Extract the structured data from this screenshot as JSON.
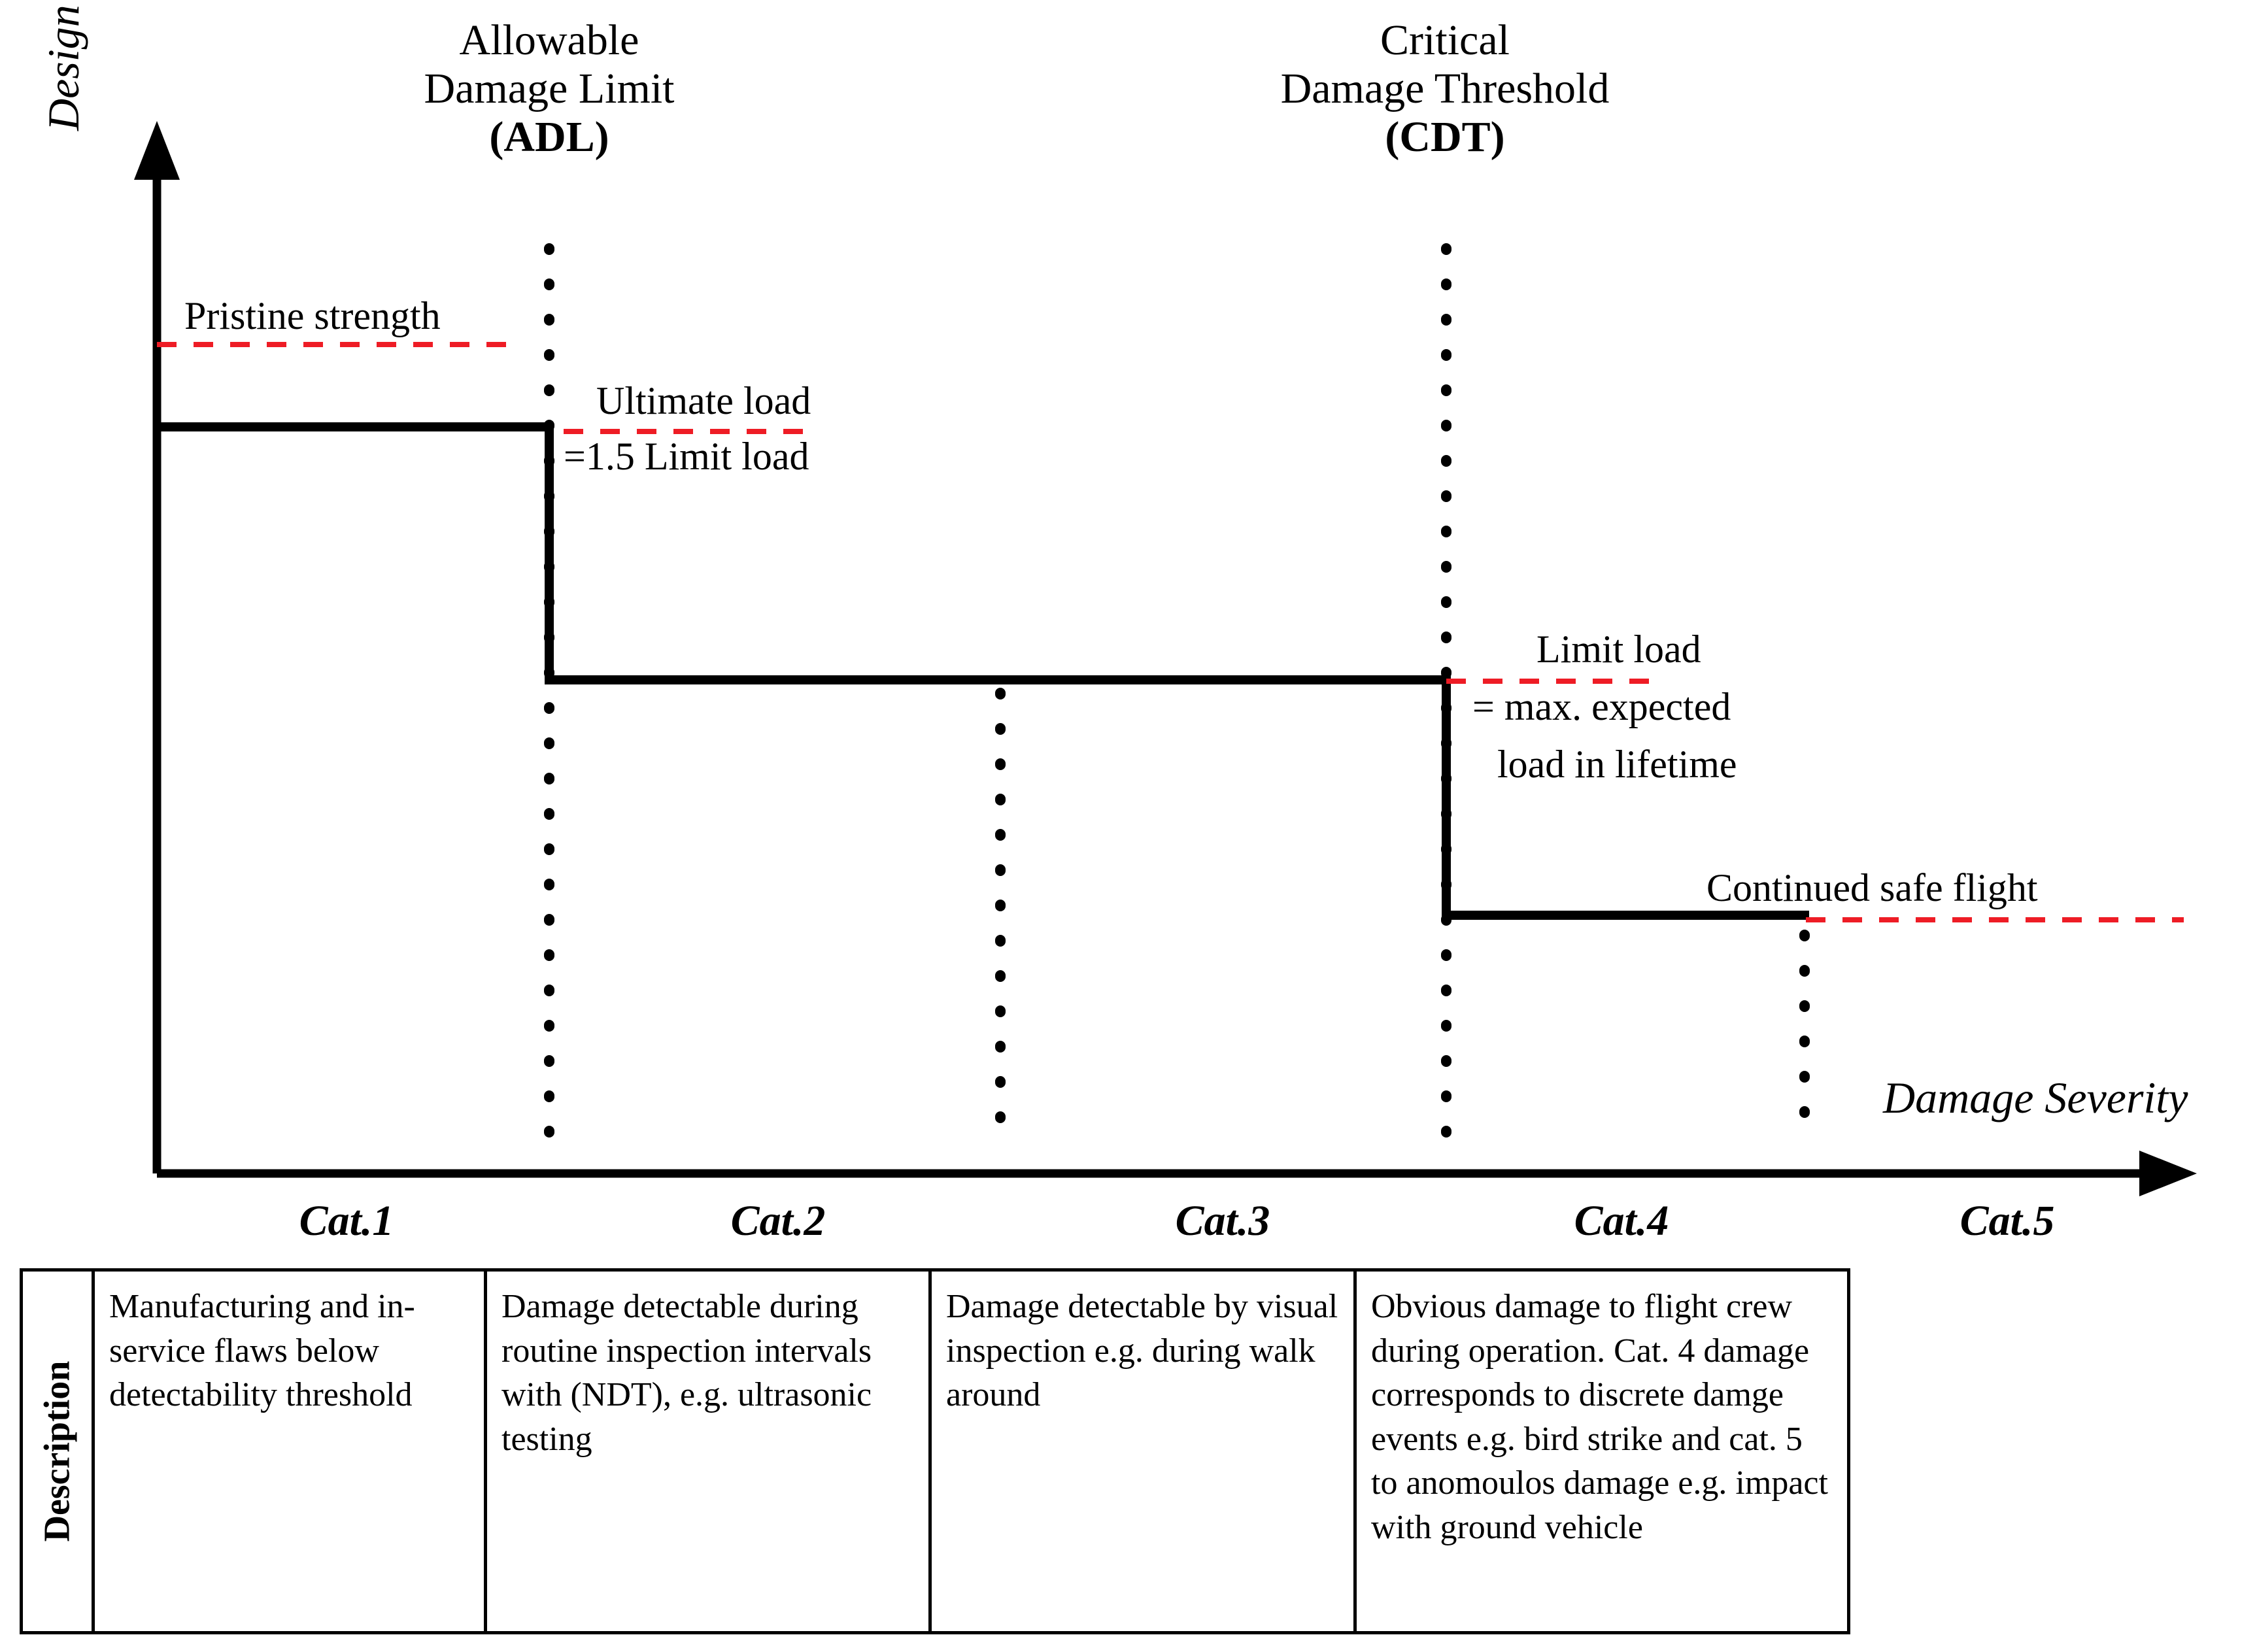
{
  "axes": {
    "y_label": "Design Load Level",
    "x_label": "Damage Severity"
  },
  "headers": [
    {
      "line1": "Allowable",
      "line2": "Damage Limit",
      "line3": "(ADL)"
    },
    {
      "line1": "Critical",
      "line2": "Damage Threshold",
      "line3": "(CDT)"
    }
  ],
  "annotations": {
    "pristine": "Pristine strength",
    "ultimate_l1": "Ultimate load",
    "ultimate_l2": "=1.5 Limit load",
    "limit_l1": "Limit load",
    "limit_l2": "= max. expected",
    "limit_l3": "load in lifetime",
    "continued": "Continued safe flight"
  },
  "categories": [
    {
      "label": "Cat.1",
      "description": "Manufacturing and in-service flaws below detectability threshold"
    },
    {
      "label": "Cat.2",
      "description": "Damage detectable during routine inspection intervals with (NDT), e.g. ultrasonic testing"
    },
    {
      "label": "Cat.3",
      "description": "Damage detectable by visual inspection e.g. during walk around"
    },
    {
      "label": "Cat.4",
      "description": "Obvious damage to flight crew during operation. Cat. 4 damage corresponds to discrete damge events e.g. bird strike and cat. 5 to anomoulos damage e.g. impact with ground vehicle"
    },
    {
      "label": "Cat.5",
      "description": ""
    }
  ],
  "table": {
    "row_header": "Description"
  },
  "colors": {
    "curve": "#000000",
    "dashed_red": "#ee1c25",
    "axis": "#000000"
  },
  "chart_data": {
    "type": "line",
    "title": "",
    "xlabel": "Damage Severity",
    "ylabel": "Design Load Level",
    "steps": [
      {
        "category": "Cat.1",
        "level_label": "Ultimate load =1.5 Limit load",
        "level": 1.5
      },
      {
        "category": "Cat.2",
        "level_label": "Limit load",
        "level": 1.0
      },
      {
        "category": "Cat.3",
        "level_label": "Limit load",
        "level": 1.0
      },
      {
        "category": "Cat.4",
        "level_label": "Continued safe flight",
        "level": 0.6
      },
      {
        "category": "Cat.5",
        "level_label": "Continued safe flight",
        "level": 0.6
      }
    ],
    "reference_lines": [
      {
        "name": "Pristine strength",
        "level": 1.75
      },
      {
        "name": "Ultimate load",
        "level": 1.5
      },
      {
        "name": "Limit load",
        "level": 1.0
      },
      {
        "name": "Continued safe flight",
        "level": 0.6
      }
    ],
    "vertical_markers": [
      {
        "name": "ADL",
        "x_category_boundary": "Cat.1/Cat.2"
      },
      {
        "name": "",
        "x_category_boundary": "Cat.2/Cat.3"
      },
      {
        "name": "CDT",
        "x_category_boundary": "Cat.3/Cat.4"
      },
      {
        "name": "",
        "x_category_boundary": "Cat.4/Cat.5"
      }
    ]
  }
}
